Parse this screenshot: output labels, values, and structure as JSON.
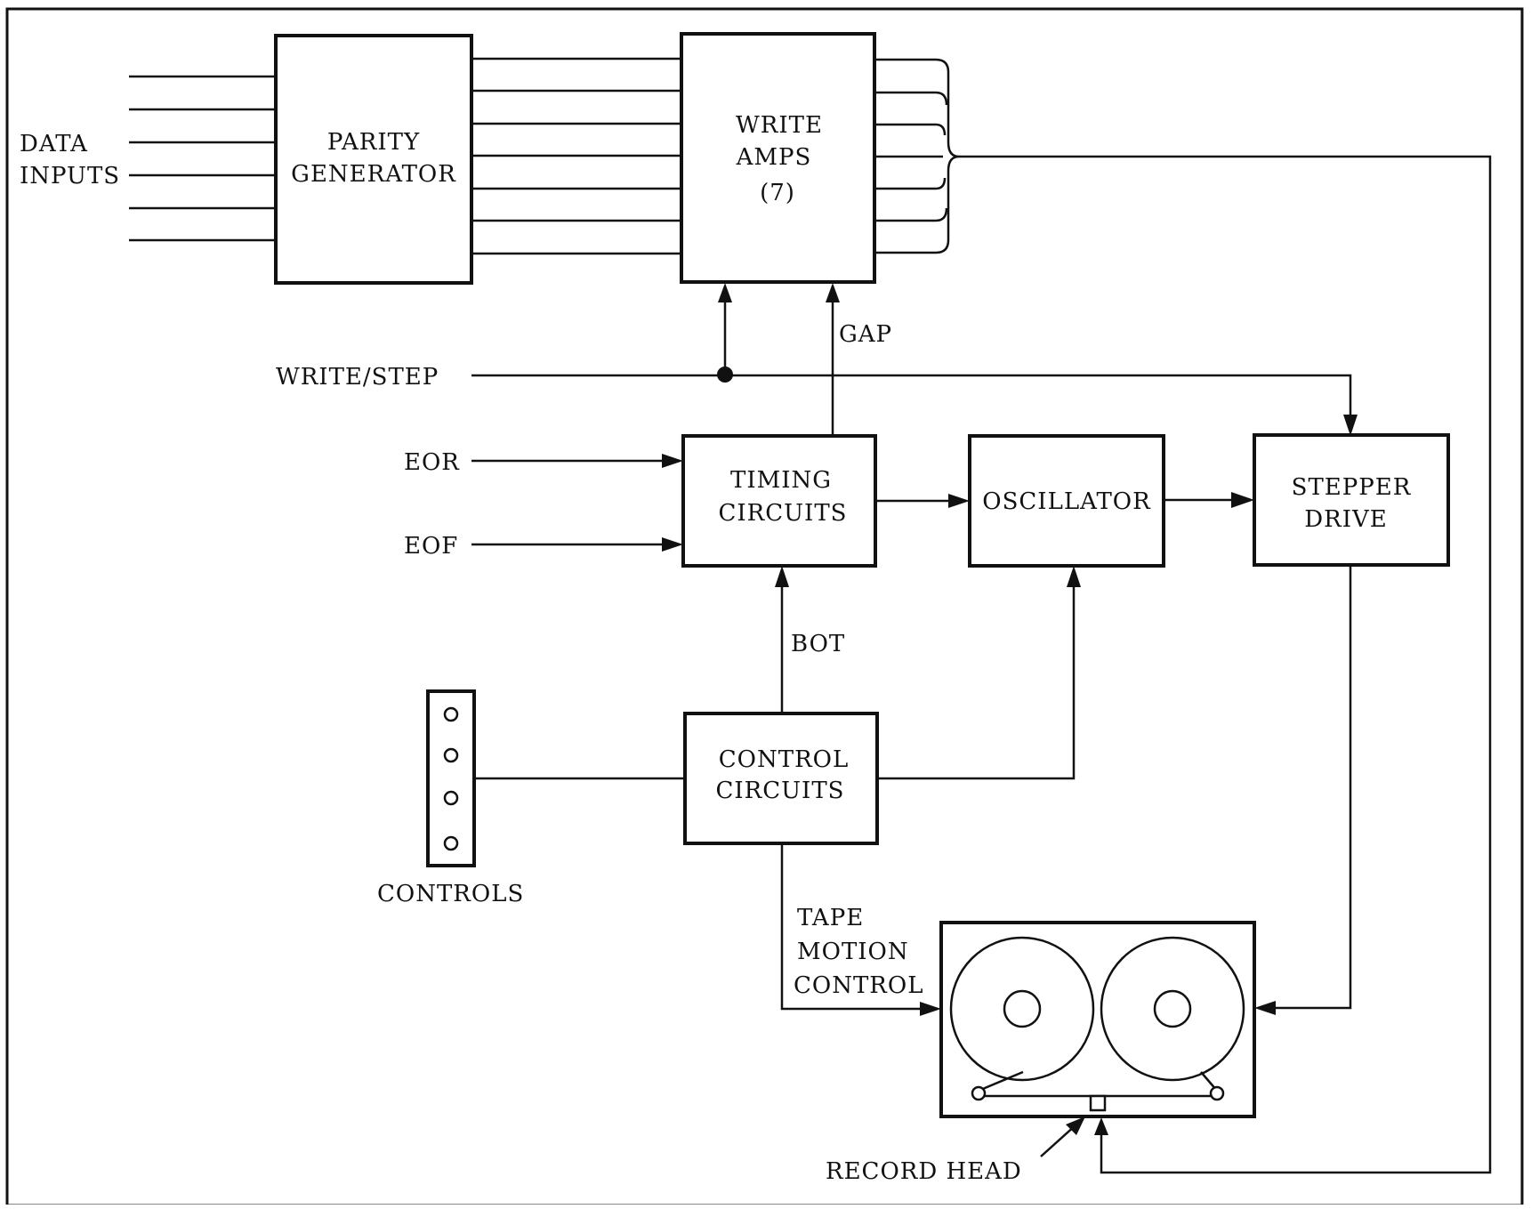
{
  "labels": {
    "data_inputs": [
      "DATA",
      "INPUTS"
    ],
    "parity_generator": [
      "PARITY",
      "GENERATOR"
    ],
    "write_amps": [
      "WRITE",
      "AMPS",
      "(7)"
    ],
    "gap": "GAP",
    "write_step": "WRITE/STEP",
    "eor": "EOR",
    "eof": "EOF",
    "timing_circuits": [
      "TIMING",
      "CIRCUITS"
    ],
    "oscillator": "OSCILLATOR",
    "stepper_drive": [
      "STEPPER",
      "DRIVE"
    ],
    "bot": "BOT",
    "control_circuits": [
      "CONTROL",
      "CIRCUITS"
    ],
    "controls": "CONTROLS",
    "tape_motion_control": [
      "TAPE",
      "MOTION",
      "CONTROL"
    ],
    "record_head": "RECORD HEAD"
  },
  "colors": {
    "ink": "#111111",
    "paper": "#ffffff"
  },
  "icons": [
    "control-knob-icon",
    "tape-reel-icon",
    "record-head-icon"
  ]
}
